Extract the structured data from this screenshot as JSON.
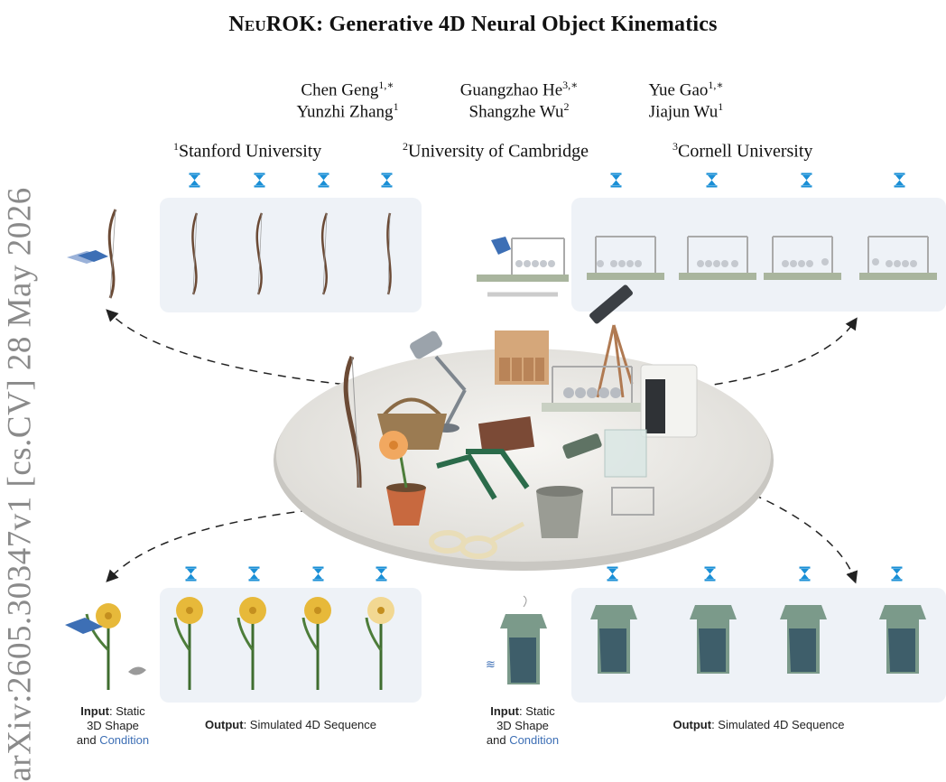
{
  "paper": {
    "title_prefix": "NeuROK",
    "title_rest": ": Generative 4D Neural Object Kinematics",
    "authors": [
      {
        "name": "Chen Geng",
        "sup": "1,∗"
      },
      {
        "name": "Guangzhao He",
        "sup": "3,∗"
      },
      {
        "name": "Yue Gao",
        "sup": "1,∗"
      },
      {
        "name": "Yunzhi Zhang",
        "sup": "1"
      },
      {
        "name": "Shangzhe Wu",
        "sup": "2"
      },
      {
        "name": "Jiajun Wu",
        "sup": "1"
      }
    ],
    "affiliations": [
      {
        "sup": "1",
        "name": "Stanford University"
      },
      {
        "sup": "2",
        "name": "University of Cambridge"
      },
      {
        "sup": "3",
        "name": "Cornell University"
      }
    ],
    "arxiv_id": "arXiv:2605.30347v1  [cs.CV]  28 May 2026"
  },
  "figure": {
    "input_label_bold": "Input",
    "input_label_rest": ": Static",
    "input_line2": "3D Shape",
    "input_line3_prefix": "and ",
    "input_line3_cond": "Condition",
    "output_label_bold": "Output",
    "output_label_rest": ": Simulated 4D Sequence",
    "hourglass_icon": "hourglass-icon",
    "accent_color": "#1a8fd6",
    "condition_color": "#3d6fb5",
    "panel_color": "#eef2f7"
  }
}
